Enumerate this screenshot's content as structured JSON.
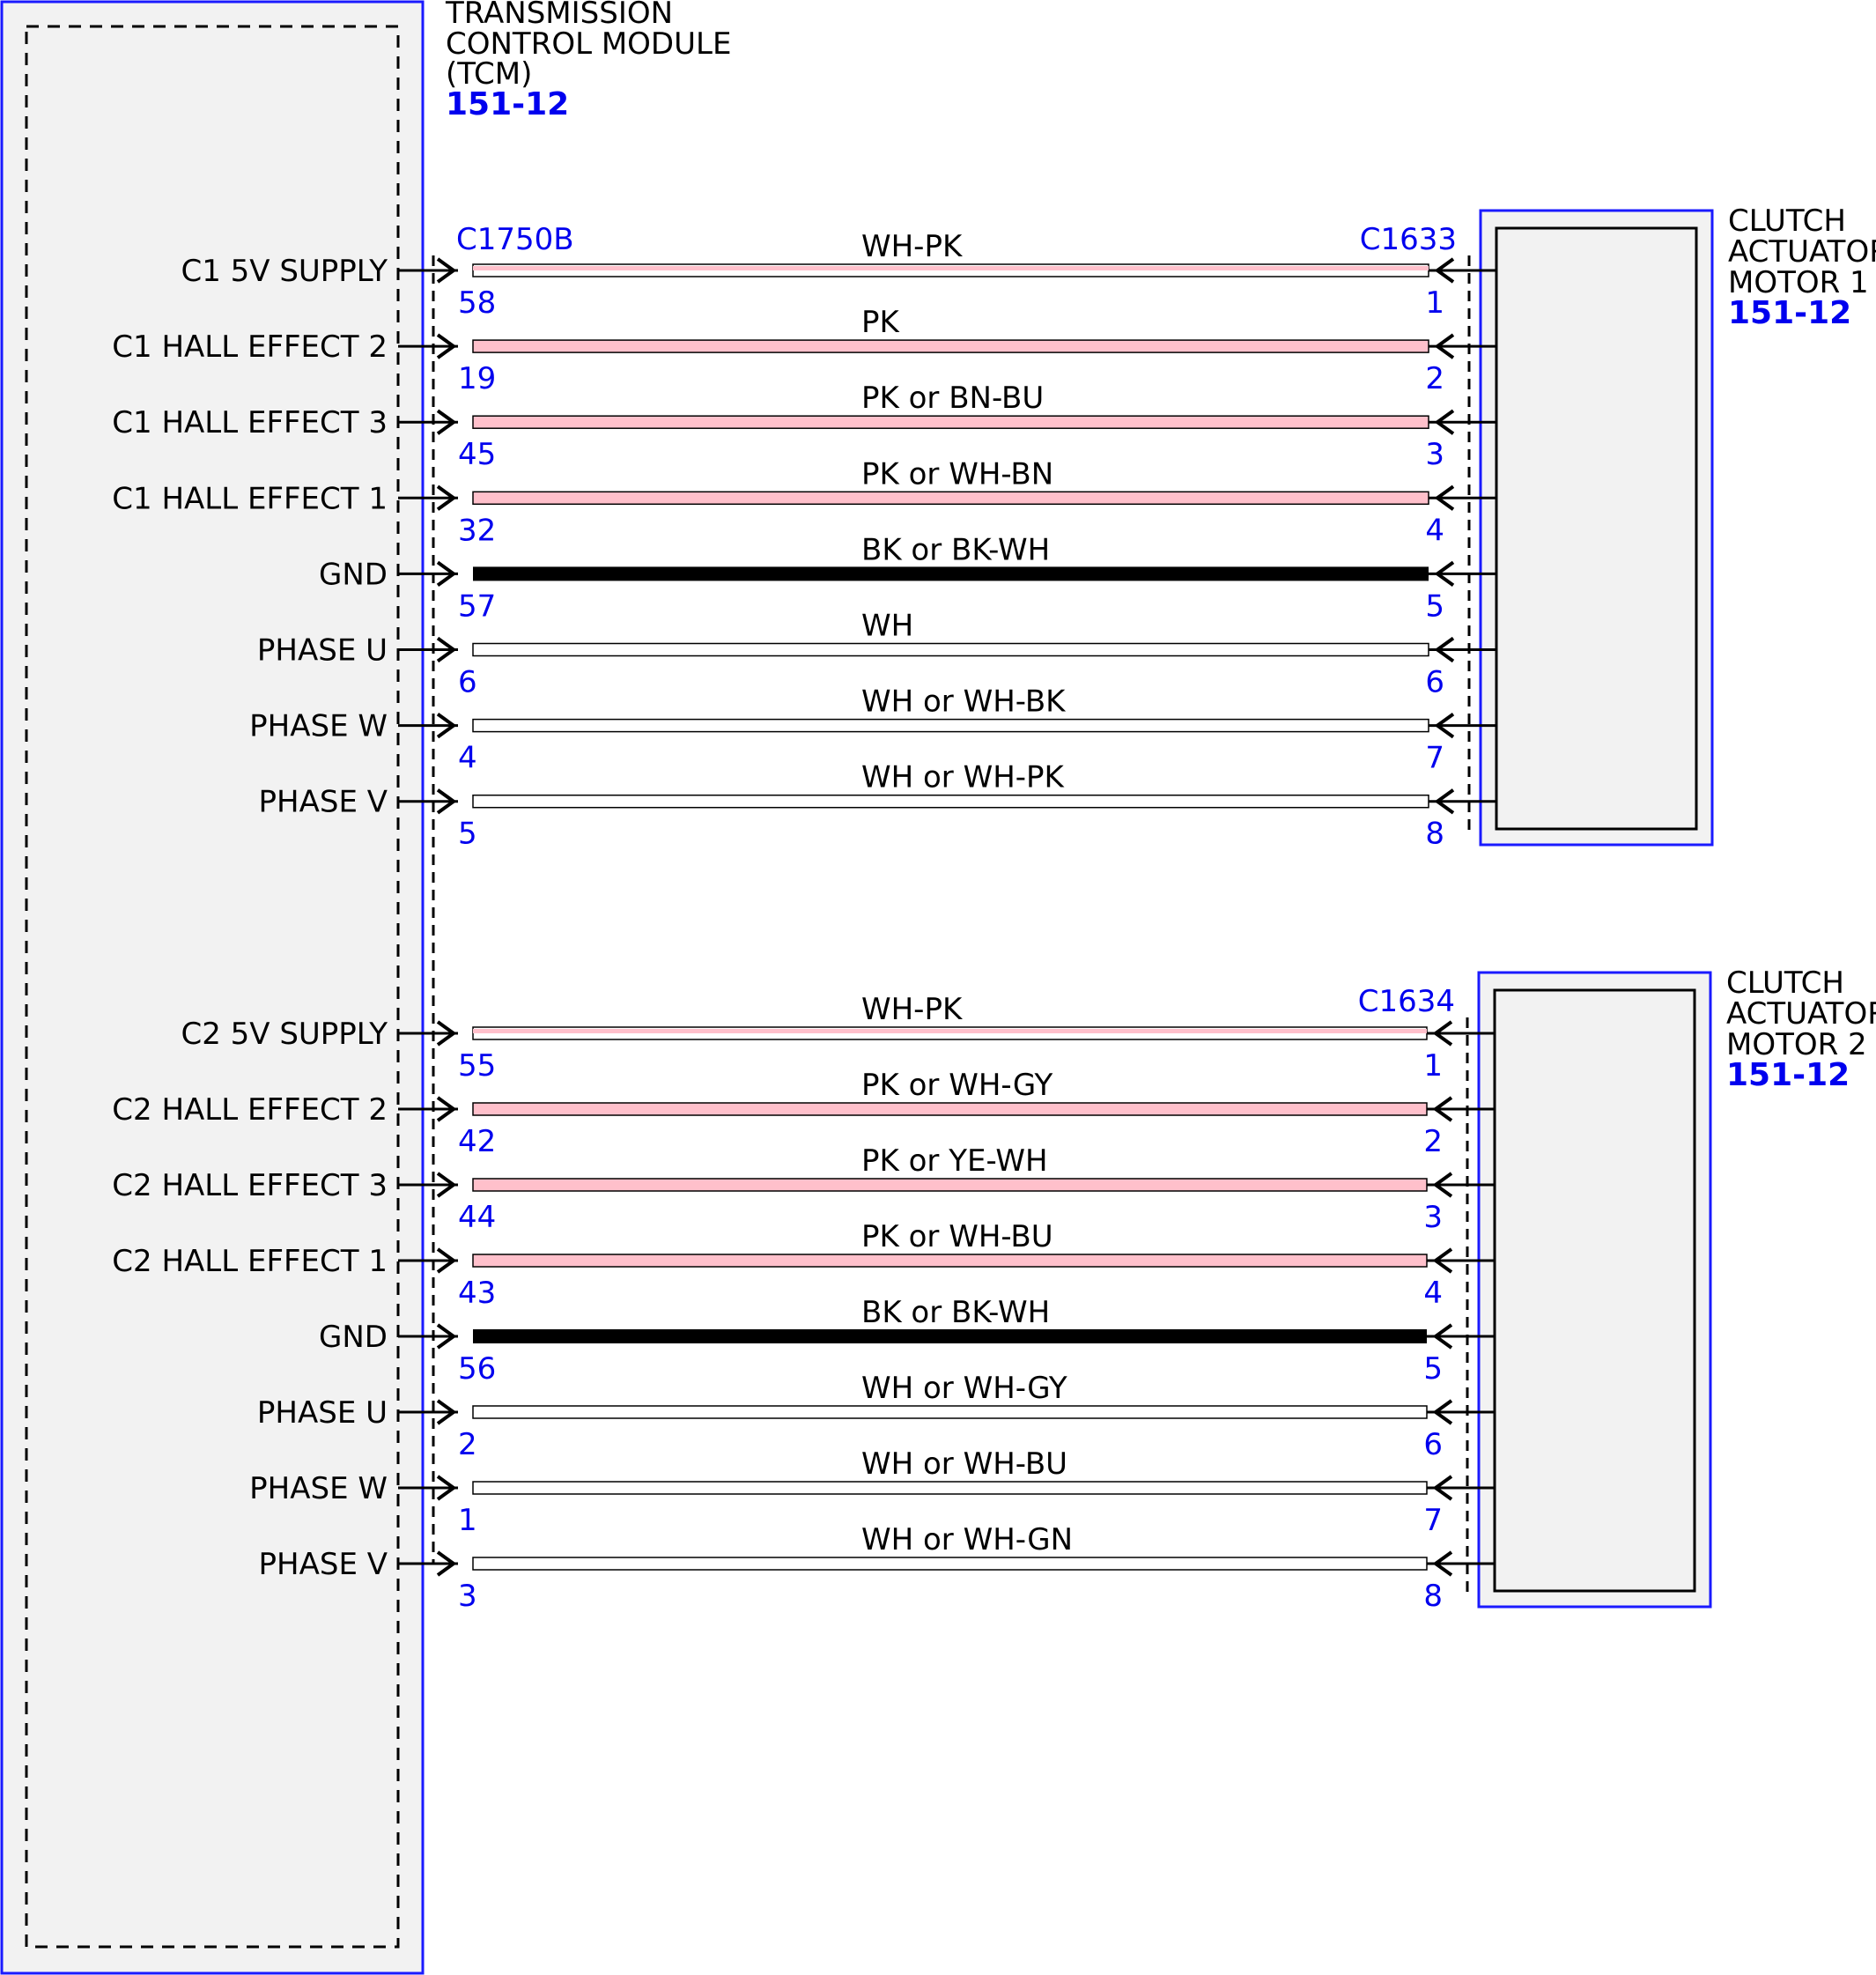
{
  "colors": {
    "link_blue": "#0000ee",
    "module_fill": "#f2f2f2",
    "module_border": "#1a1aff",
    "wire_pk": "#ffc0cb",
    "wire_bk": "#000000",
    "wire_wh": "#ffffff"
  },
  "tcm": {
    "title_lines": [
      "TRANSMISSION",
      "CONTROL MODULE",
      "(TCM)"
    ],
    "ref": "151-12"
  },
  "motors": [
    {
      "title_lines": [
        "CLUTCH",
        "ACTUATOR",
        "MOTOR 1"
      ],
      "ref": "151-12",
      "left_connector": "C1750B",
      "right_connector": "C1633",
      "wires": [
        {
          "signal": "C1 5V SUPPLY",
          "color_label": "WH-PK",
          "left_pin": "58",
          "right_pin": "1",
          "wire_color": "wh-pk"
        },
        {
          "signal": "C1 HALL EFFECT 2",
          "color_label": "PK",
          "left_pin": "19",
          "right_pin": "2",
          "wire_color": "pk"
        },
        {
          "signal": "C1 HALL EFFECT 3",
          "color_label": "PK  or BN-BU",
          "left_pin": "45",
          "right_pin": "3",
          "wire_color": "pk"
        },
        {
          "signal": "C1 HALL EFFECT 1",
          "color_label": "PK  or WH-BN",
          "left_pin": "32",
          "right_pin": "4",
          "wire_color": "pk"
        },
        {
          "signal": "GND",
          "color_label": "BK  or BK-WH",
          "left_pin": "57",
          "right_pin": "5",
          "wire_color": "bk"
        },
        {
          "signal": "PHASE U",
          "color_label": "WH",
          "left_pin": "6",
          "right_pin": "6",
          "wire_color": "wh"
        },
        {
          "signal": "PHASE W",
          "color_label": "WH or WH-BK",
          "left_pin": "4",
          "right_pin": "7",
          "wire_color": "wh"
        },
        {
          "signal": "PHASE V",
          "color_label": "WH or WH-PK",
          "left_pin": "5",
          "right_pin": "8",
          "wire_color": "wh"
        }
      ]
    },
    {
      "title_lines": [
        "CLUTCH",
        "ACTUATOR",
        "MOTOR 2"
      ],
      "ref": "151-12",
      "left_connector": "",
      "right_connector": "C1634",
      "wires": [
        {
          "signal": "C2 5V SUPPLY",
          "color_label": "WH-PK",
          "left_pin": "55",
          "right_pin": "1",
          "wire_color": "wh-pk"
        },
        {
          "signal": "C2 HALL EFFECT 2",
          "color_label": "PK  or WH-GY",
          "left_pin": "42",
          "right_pin": "2",
          "wire_color": "pk"
        },
        {
          "signal": "C2 HALL EFFECT 3",
          "color_label": "PK  or YE-WH",
          "left_pin": "44",
          "right_pin": "3",
          "wire_color": "pk"
        },
        {
          "signal": "C2 HALL EFFECT 1",
          "color_label": "PK  or WH-BU",
          "left_pin": "43",
          "right_pin": "4",
          "wire_color": "pk"
        },
        {
          "signal": "GND",
          "color_label": "BK  or BK-WH",
          "left_pin": "56",
          "right_pin": "5",
          "wire_color": "bk"
        },
        {
          "signal": "PHASE U",
          "color_label": "WH or WH-GY",
          "left_pin": "2",
          "right_pin": "6",
          "wire_color": "wh"
        },
        {
          "signal": "PHASE W",
          "color_label": "WH or WH-BU",
          "left_pin": "1",
          "right_pin": "7",
          "wire_color": "wh"
        },
        {
          "signal": "PHASE V",
          "color_label": "WH or WH-GN",
          "left_pin": "3",
          "right_pin": "8",
          "wire_color": "wh"
        }
      ]
    }
  ]
}
